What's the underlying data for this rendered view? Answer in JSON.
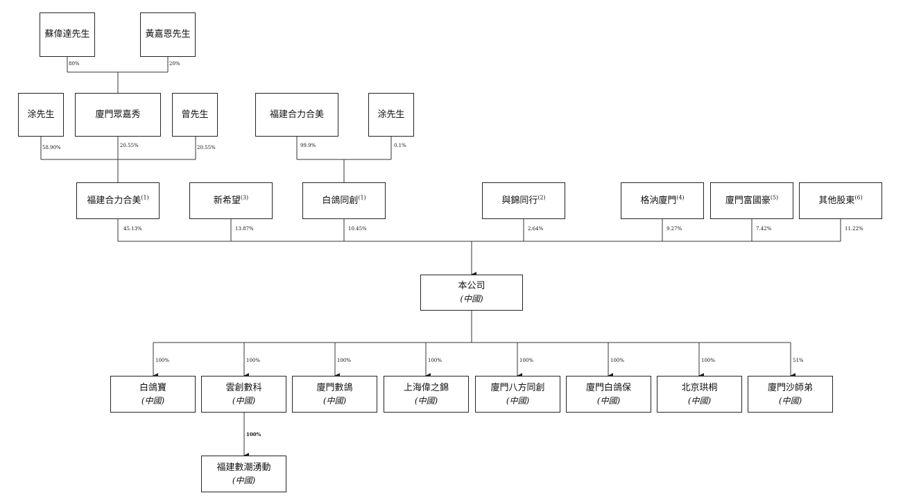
{
  "top_holders": {
    "so": {
      "name": "蘇偉達先生",
      "pct": "80%"
    },
    "wong": {
      "name": "黃嘉恩先生",
      "pct": "20%"
    }
  },
  "second_tier": {
    "tu_a": {
      "name": "涂先生",
      "pct": "58.90%"
    },
    "xiamen_zhongjiaxiu": {
      "name": "廈門眾嘉秀",
      "pct": "20.55%"
    },
    "zeng": {
      "name": "曾先生",
      "pct": "20.55%"
    },
    "fujian_hehemei_a": {
      "name": "福建合力合美",
      "pct": "99.9%"
    },
    "tu_b": {
      "name": "涂先生",
      "pct": "0.1%"
    }
  },
  "shareholders": [
    {
      "name": "福建合力合美",
      "note": "(1)",
      "pct": "45.13%"
    },
    {
      "name": "新希望",
      "note": "(3)",
      "pct": "13.87%"
    },
    {
      "name": "白鴿同創",
      "note": "(1)",
      "pct": "10.45%"
    },
    {
      "name": "與錦同行",
      "note": "(2)",
      "pct": "2.64%"
    },
    {
      "name": "格汭廈門",
      "note": "(4)",
      "pct": "9.27%"
    },
    {
      "name": "廈門富國豪",
      "note": "(5)",
      "pct": "7.42%"
    },
    {
      "name": "其他股東",
      "note": "(6)",
      "pct": "11.22%"
    }
  ],
  "company": {
    "name": "本公司",
    "sub": "(中國)"
  },
  "subsidiaries": [
    {
      "name": "白鴿寶",
      "sub": "(中國)",
      "pct": "100%"
    },
    {
      "name": "雲創數科",
      "sub": "(中國)",
      "pct": "100%"
    },
    {
      "name": "廈門數鴿",
      "sub": "(中國)",
      "pct": "100%"
    },
    {
      "name": "上海偉之錦",
      "sub": "(中國)",
      "pct": "100%"
    },
    {
      "name": "廈門八方同創",
      "sub": "(中國)",
      "pct": "100%"
    },
    {
      "name": "廈門白鴿保",
      "sub": "(中國)",
      "pct": "100%"
    },
    {
      "name": "北京珙桐",
      "sub": "(中國)",
      "pct": "100%"
    },
    {
      "name": "廈門沙師弟",
      "sub": "(中國)",
      "pct": "51%"
    }
  ],
  "grandchild": {
    "name": "福建數潮湧動",
    "sub": "(中國)",
    "pct": "100%"
  }
}
